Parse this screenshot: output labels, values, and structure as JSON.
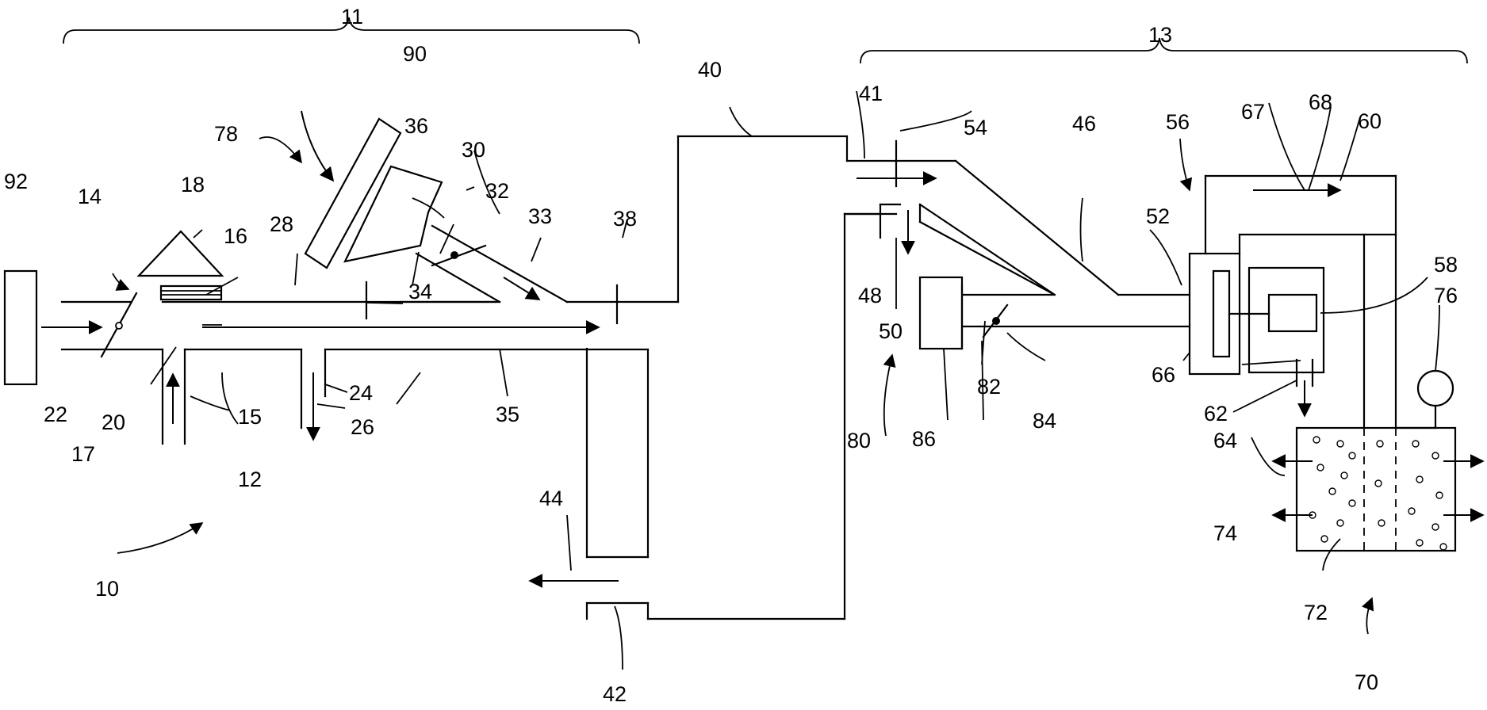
{
  "labels": {
    "l10": "10",
    "l11": "11",
    "l12": "12",
    "l13": "13",
    "l14": "14",
    "l15": "15",
    "l16": "16",
    "l17": "17",
    "l18": "18",
    "l20": "20",
    "l22": "22",
    "l24": "24",
    "l26": "26",
    "l28": "28",
    "l30": "30",
    "l32": "32",
    "l33": "33",
    "l34": "34",
    "l35": "35",
    "l36": "36",
    "l38": "38",
    "l40": "40",
    "l41": "41",
    "l42": "42",
    "l44": "44",
    "l46": "46",
    "l48": "48",
    "l50": "50",
    "l52": "52",
    "l54": "54",
    "l56": "56",
    "l58": "58",
    "l60": "60",
    "l62": "62",
    "l64": "64",
    "l66": "66",
    "l67": "67",
    "l68": "68",
    "l70": "70",
    "l72": "72",
    "l74": "74",
    "l76": "76",
    "l78": "78",
    "l80": "80",
    "l82": "82",
    "l84": "84",
    "l86": "86",
    "l90": "90",
    "l92": "92"
  }
}
